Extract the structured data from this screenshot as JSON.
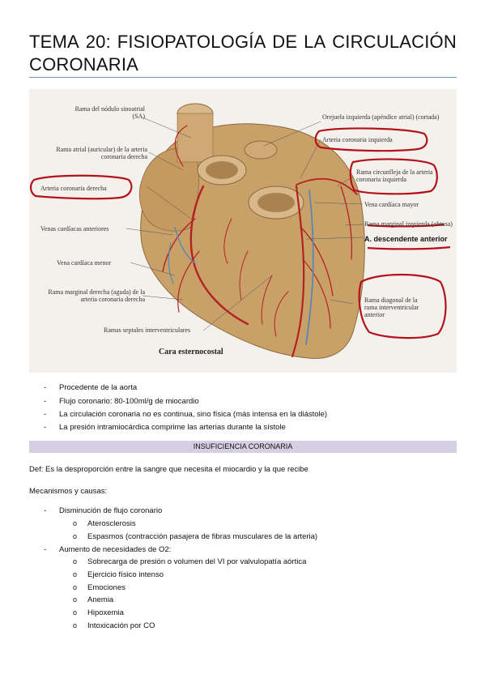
{
  "header": {
    "title_line1": [
      "TEMA",
      "20:",
      "FISIOPATOLOGÍA",
      "DE",
      "LA",
      "CIRCULACIÓN"
    ],
    "title_line2": "CORONARIA"
  },
  "figure": {
    "labels": {
      "sinoatrial": "Rama del nódulo sinoatrial (SA)",
      "atrial": "Rama atrial (auricular) de la arteria coronaria derecha",
      "right_coronary": "Arteria coronaria derecha",
      "anterior_veins": "Venas cardíacas anteriores",
      "small_vein": "Vena cardíaca menor",
      "right_marginal": "Rama marginal derecha (aguda) de la arteria coronaria derecha",
      "septal": "Ramas septales interventriculares",
      "left_auricle": "Orejuela izquierda (apéndice atrial) (cortada)",
      "left_coronary": "Arteria coronaria izquierda",
      "circumflex": "Rama circunfleja de la arteria coronaria izquierda",
      "great_vein": "Vena cardíaca mayor",
      "left_marginal": "Rama marginal izquierda (obtusa)",
      "lad": "A. descendente anterior",
      "diagonal": "Rama diagonal de la rama interventricular anterior",
      "caption": "Cara esternocostal"
    }
  },
  "intro_bullets": [
    "Procedente de la aorta",
    "Flujo coronario: 80-100ml/g de miocardio",
    "La circulación coronaria no es continua, sino física (más intensa en la diástole)",
    "La presión intramiocárdica comprime las arterias durante la sístole"
  ],
  "section": {
    "heading": "INSUFICIENCIA CORONARIA",
    "definition": "Def: Es la desproporción entre la sangre que necesita el miocardio y la que recibe",
    "mechanisms_label": "Mecanismos y causas:",
    "groups": [
      {
        "title": "Disminución de flujo coronario",
        "items": [
          "Aterosclerosis",
          "Espasmos (contracción pasajera de fibras musculares de la arteria)"
        ]
      },
      {
        "title": "Aumento de necesidades de O2:",
        "items": [
          "Sobrecarga de presión o volumen del VI por valvulopatía aórtica",
          "Ejercicio físico intenso",
          "Emociones",
          "Anemia",
          "Hipoxemia",
          "Intoxicación por CO"
        ]
      }
    ]
  },
  "colors": {
    "rule": "#6f93c4",
    "band": "#d5cfe3",
    "annotation_red": "#b3121b",
    "heart": "#c9a068",
    "artery": "#b32222",
    "vein": "#5a87b5"
  }
}
